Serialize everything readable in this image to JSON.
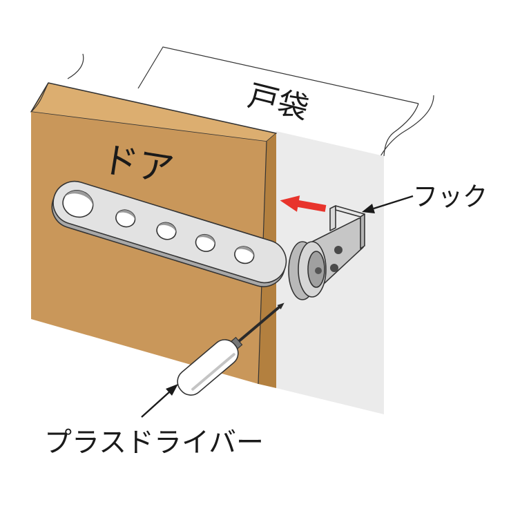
{
  "labels": {
    "door_pocket": "戸袋",
    "door": "ドア",
    "hook": "フック",
    "screwdriver": "プラスドライバー"
  },
  "colors": {
    "door_front": "#c9975a",
    "door_top": "#dcae70",
    "door_edge": "#b3803f",
    "pocket_wall": "#ebebeb",
    "arm": "#e2e2e2",
    "move_arrow": "#e8342c"
  }
}
